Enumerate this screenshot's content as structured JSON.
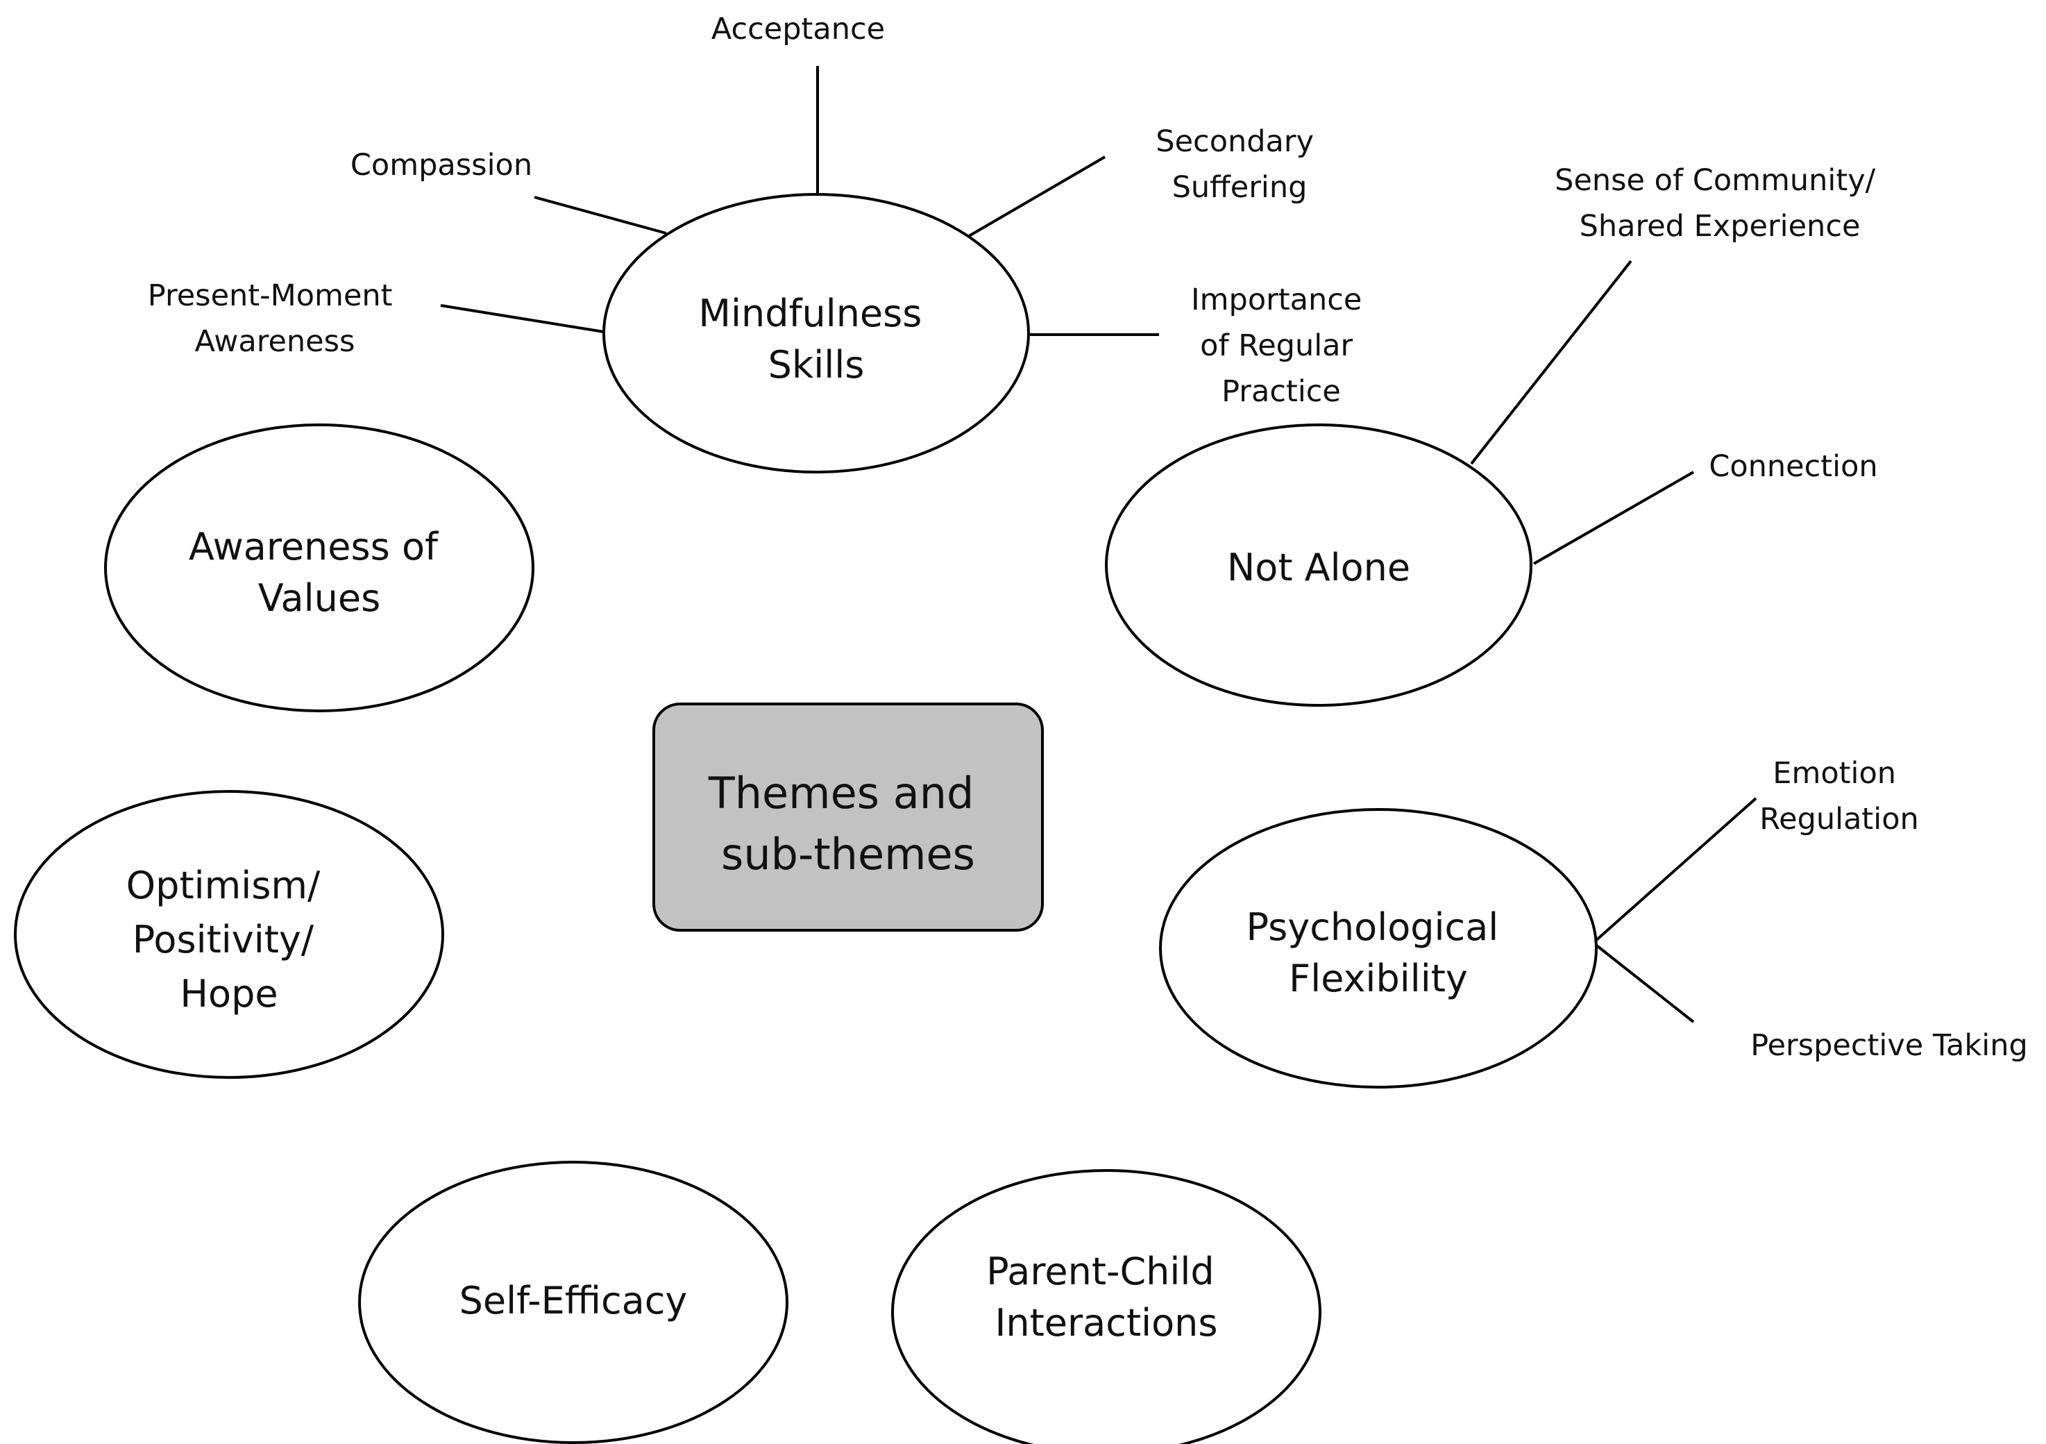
{
  "diagram": {
    "center": {
      "lines": [
        "Themes and",
        "sub-themes"
      ]
    },
    "themes": {
      "mindfulness": {
        "lines": [
          "Mindfulness",
          "Skills"
        ],
        "subthemes": {
          "acceptance": [
            "Acceptance"
          ],
          "compassion": [
            "Compassion"
          ],
          "secondary_suffering": [
            "Secondary",
            "Suffering"
          ],
          "present_moment": [
            "Present-Moment",
            "Awareness"
          ],
          "regular_practice": [
            "Importance",
            "of Regular",
            "Practice"
          ]
        }
      },
      "not_alone": {
        "lines": [
          "Not Alone"
        ],
        "subthemes": {
          "community": [
            "Sense of Community/",
            "Shared Experience"
          ],
          "connection": [
            "Connection"
          ]
        }
      },
      "awareness_values": {
        "lines": [
          "Awareness of",
          "Values"
        ]
      },
      "optimism": {
        "lines": [
          "Optimism/",
          "Positivity/",
          "Hope"
        ]
      },
      "psych_flex": {
        "lines": [
          "Psychological",
          "Flexibility"
        ],
        "subthemes": {
          "emotion_regulation": [
            "Emotion",
            "Regulation"
          ],
          "perspective_taking": [
            "Perspective Taking"
          ]
        }
      },
      "self_efficacy": {
        "lines": [
          "Self-Efficacy"
        ]
      },
      "parent_child": {
        "lines": [
          "Parent-Child",
          "Interactions"
        ]
      }
    }
  }
}
